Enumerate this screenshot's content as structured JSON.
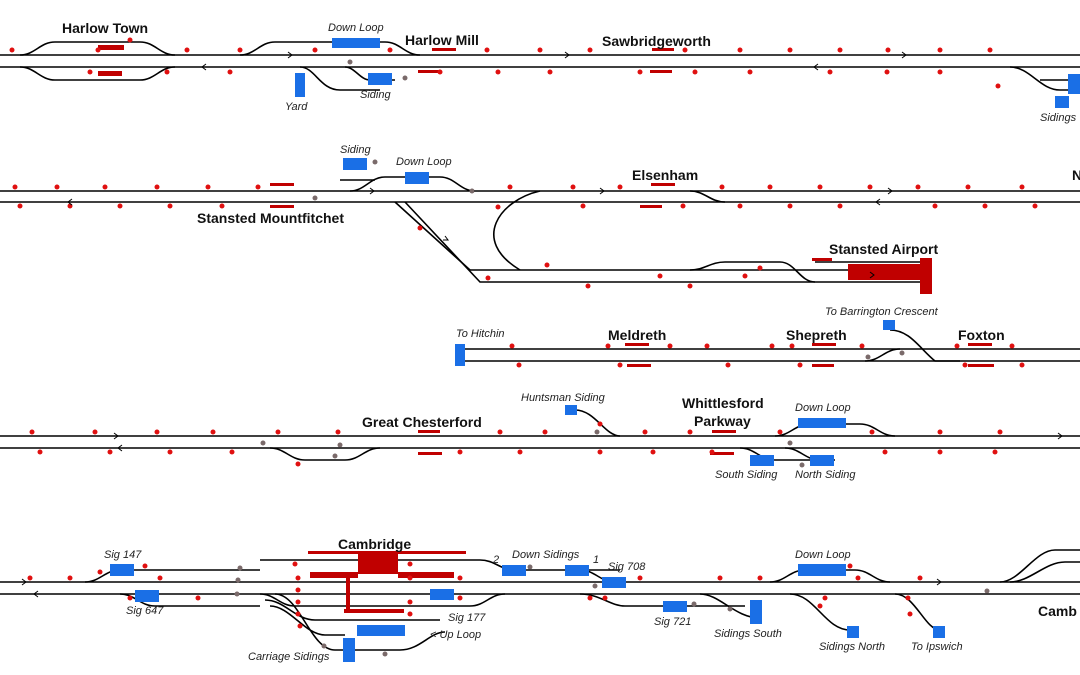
{
  "rows": {
    "row1": {
      "stations": [
        "Harlow Town",
        "Harlow Mill",
        "Sawbridgeworth"
      ],
      "labels": [
        "Down Loop",
        "Yard",
        "Siding",
        "Sidings"
      ]
    },
    "row2": {
      "stations": [
        "Stansted Mountfitchet",
        "Elsenham",
        "Stansted Airport",
        "N"
      ],
      "labels": [
        "Siding",
        "Down Loop"
      ]
    },
    "row3": {
      "stations": [
        "Meldreth",
        "Shepreth",
        "Foxton"
      ],
      "labels": [
        "To Hitchin",
        "To Barrington Crescent"
      ]
    },
    "row4": {
      "stations": [
        "Great Chesterford",
        "Whittlesford",
        "Parkway"
      ],
      "labels": [
        "Huntsman Siding",
        "Down Loop",
        "South Siding",
        "North Siding"
      ]
    },
    "row5": {
      "stations": [
        "Cambridge",
        "Camb"
      ],
      "labels": [
        "Sig 147",
        "Sig 647",
        "2",
        "Down Sidings",
        "1",
        "Sig 708",
        "Sig 177",
        "< Up Loop",
        "Carriage Sidings",
        "Sig 721",
        "Sidings South",
        "Down Loop",
        "Sidings North",
        "To Ipswich"
      ]
    }
  },
  "colors": {
    "track": "#000000",
    "platform": "#c00000",
    "occupied_block": "#1a6fe6",
    "signal": "#e01010",
    "shunt_signal": "#7a6a6a"
  }
}
